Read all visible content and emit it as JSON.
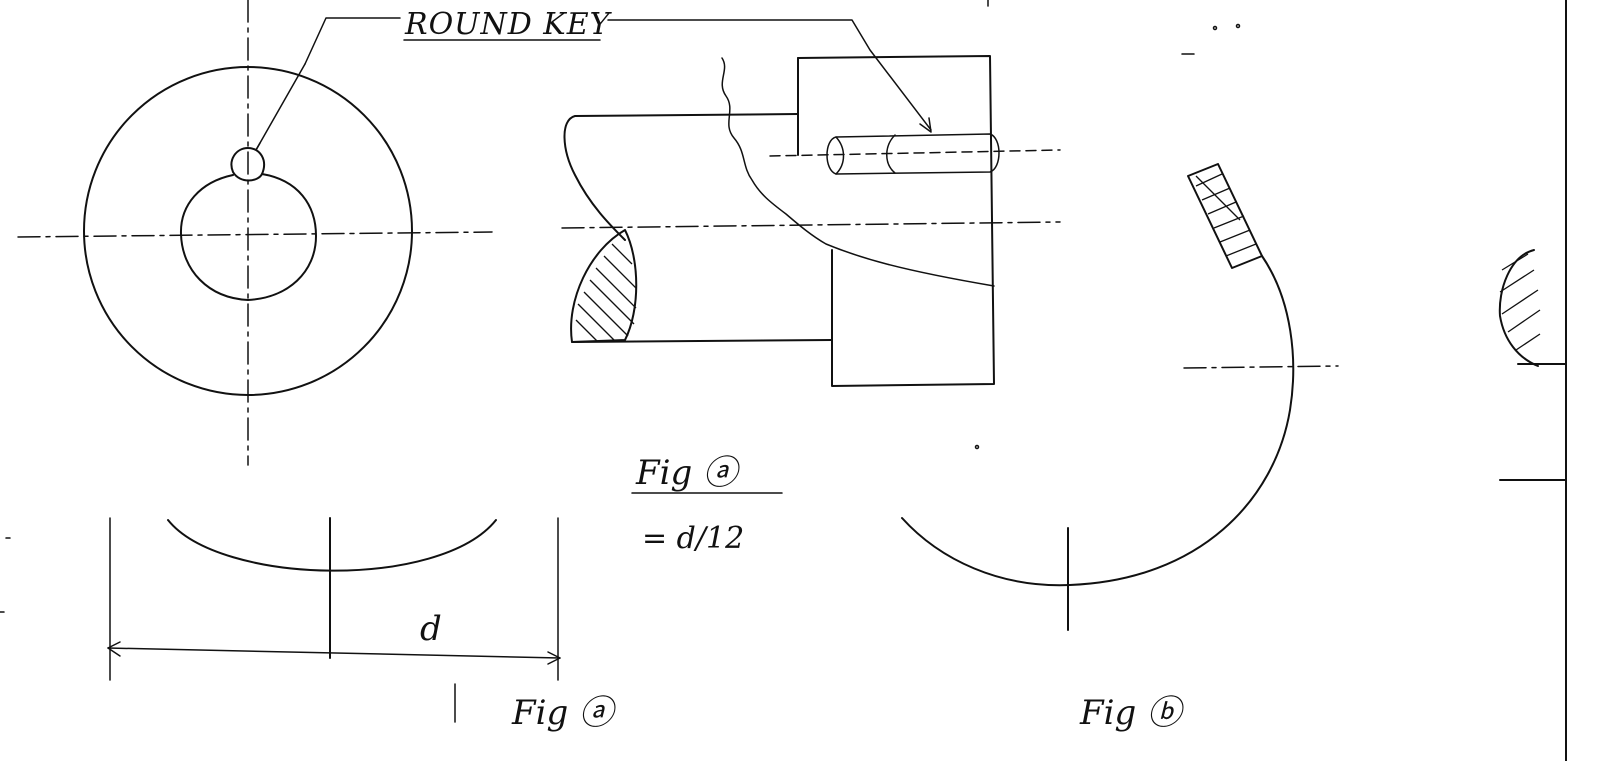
{
  "labels": {
    "round_key": "ROUND KEY",
    "fig_a_title": "Fig ⓐ",
    "half_dim": "= d/12",
    "dimension_d": "d",
    "fig_a_bottom": "Fig ⓐ",
    "fig_b": "Fig ⓑ"
  },
  "colors": {
    "ink": "#111111",
    "paper": "#ffffff"
  }
}
